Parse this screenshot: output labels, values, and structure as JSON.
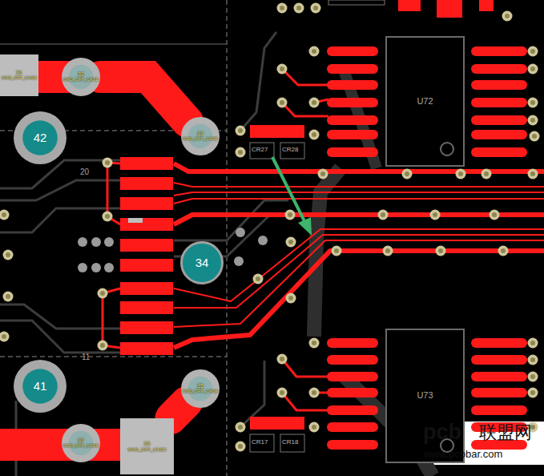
{
  "diagram": {
    "nodes": [
      {
        "text": [
          "31",
          "GND_SFP_CASE"
        ]
      },
      {
        "text": [
          "32",
          "GND_SFP_CASE"
        ]
      },
      {
        "text": [
          "42"
        ]
      },
      {
        "text": [
          "33",
          "GND_SFP_CASE"
        ]
      },
      {
        "text": [
          "U72"
        ]
      },
      {
        "text": [
          "34"
        ]
      },
      {
        "text": [
          "41"
        ]
      },
      {
        "text": [
          "35",
          "GND_SFP_CASE"
        ]
      },
      {
        "text": [
          "U73"
        ]
      },
      {
        "text": [
          "37",
          "GND_SFP_CASE"
        ]
      },
      {
        "text": [
          "36",
          "GND_SFP_CASE"
        ]
      }
    ],
    "edges": [
      {
        "from": 1,
        "to": 3,
        "arrow": "none"
      },
      {
        "from": 7,
        "to": 10,
        "arrow": "none"
      }
    ],
    "labels": [
      "20",
      "11",
      "CR27",
      "CR28",
      "CR17",
      "CR18",
      "pcb",
      "联盟网",
      "www.pcbbar.com"
    ]
  }
}
